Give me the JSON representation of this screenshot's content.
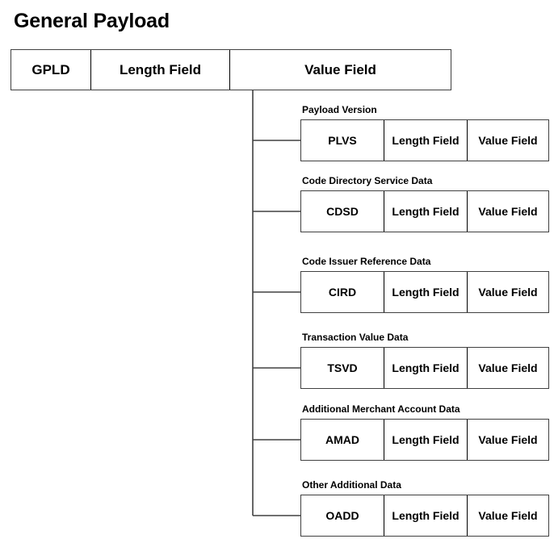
{
  "diagram": {
    "title": "General Payload",
    "line_color": "#404040",
    "text_color": "#000000",
    "background": "#ffffff",
    "root": {
      "cells": [
        {
          "label": "GPLD"
        },
        {
          "label": "Length Field"
        },
        {
          "label": "Value Field"
        }
      ]
    },
    "children": [
      {
        "label": "Payload Version",
        "cells": [
          {
            "label": "PLVS"
          },
          {
            "label": "Length Field"
          },
          {
            "label": "Value Field"
          }
        ]
      },
      {
        "label": "Code Directory Service Data",
        "cells": [
          {
            "label": "CDSD"
          },
          {
            "label": "Length Field"
          },
          {
            "label": "Value Field"
          }
        ]
      },
      {
        "label": "Code Issuer Reference Data",
        "cells": [
          {
            "label": "CIRD"
          },
          {
            "label": "Length Field"
          },
          {
            "label": "Value Field"
          }
        ]
      },
      {
        "label": "Transaction Value Data",
        "cells": [
          {
            "label": "TSVD"
          },
          {
            "label": "Length Field"
          },
          {
            "label": "Value Field"
          }
        ]
      },
      {
        "label": "Additional Merchant Account Data",
        "cells": [
          {
            "label": "AMAD"
          },
          {
            "label": "Length Field"
          },
          {
            "label": "Value Field"
          }
        ]
      },
      {
        "label": "Other Additional Data",
        "cells": [
          {
            "label": "OADD"
          },
          {
            "label": "Length Field"
          },
          {
            "label": "Value Field"
          }
        ]
      }
    ]
  }
}
